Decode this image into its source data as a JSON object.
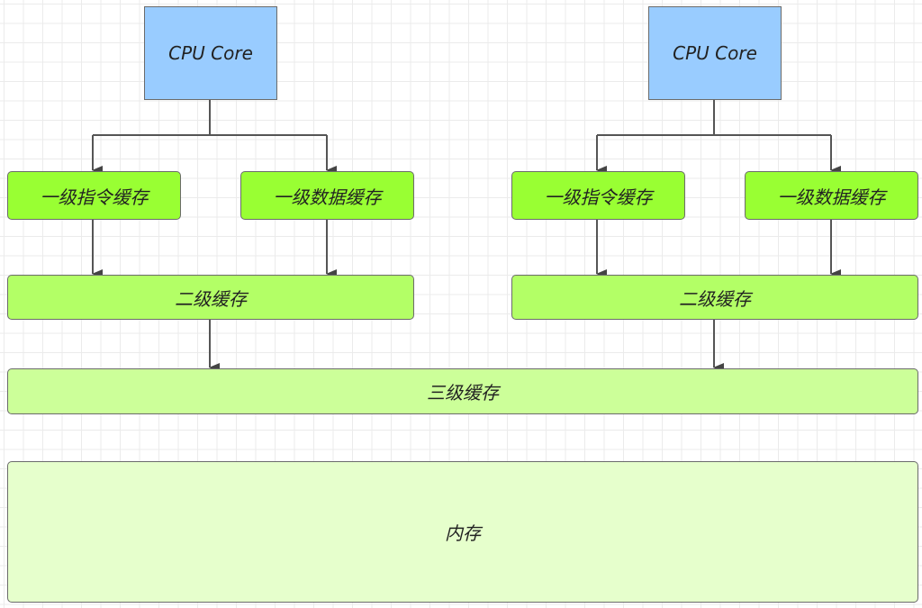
{
  "colors": {
    "cpu": "#99ccff",
    "l1": "#99ff33",
    "l2": "#b3ff66",
    "l3": "#ccff99",
    "memory": "#e6ffcc",
    "edge": "#444444"
  },
  "cores": [
    {
      "cpu": "CPU Core",
      "l1i": "一级指令缓存",
      "l1d": "一级数据缓存",
      "l2": "二级缓存"
    },
    {
      "cpu": "CPU Core",
      "l1i": "一级指令缓存",
      "l1d": "一级数据缓存",
      "l2": "二级缓存"
    }
  ],
  "l3": "三级缓存",
  "memory": "内存"
}
